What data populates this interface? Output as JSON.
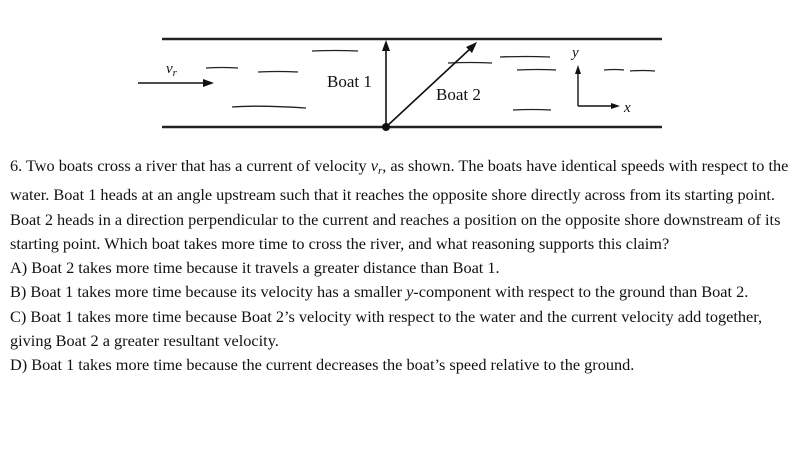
{
  "diagram": {
    "velocity_symbol": "v",
    "velocity_subscript": "r",
    "boat1_label": "Boat 1",
    "boat2_label": "Boat 2",
    "axis_y_label": "y",
    "axis_x_label": "x"
  },
  "question": {
    "stem_before": "6. Two boats cross a river that has a current of velocity ",
    "stem_symbol": "v",
    "stem_subscript": "r",
    "stem_after": ", as shown. The boats have identical speeds with respect to the water. Boat 1 heads at an angle upstream such that it reaches the opposite shore directly across from its starting point. Boat 2 heads in a direction perpendicular to the current and reaches a position on the opposite shore downstream of its starting point. Which boat takes more time to cross the river, and what reasoning supports this claim?",
    "option_a": "A) Boat 2 takes more time because it travels a greater distance than Boat 1.",
    "option_b_before": "B) Boat 1 takes more time because its velocity has a smaller ",
    "option_b_var": "y",
    "option_b_after": "-component with respect to the ground than Boat 2.",
    "option_c": "C) Boat 1 takes more time because Boat 2’s velocity with respect to the water and the current velocity add together, giving Boat 2 a greater resultant velocity.",
    "option_d": "D) Boat 1 takes more time because the current decreases the boat’s speed relative to the ground."
  }
}
